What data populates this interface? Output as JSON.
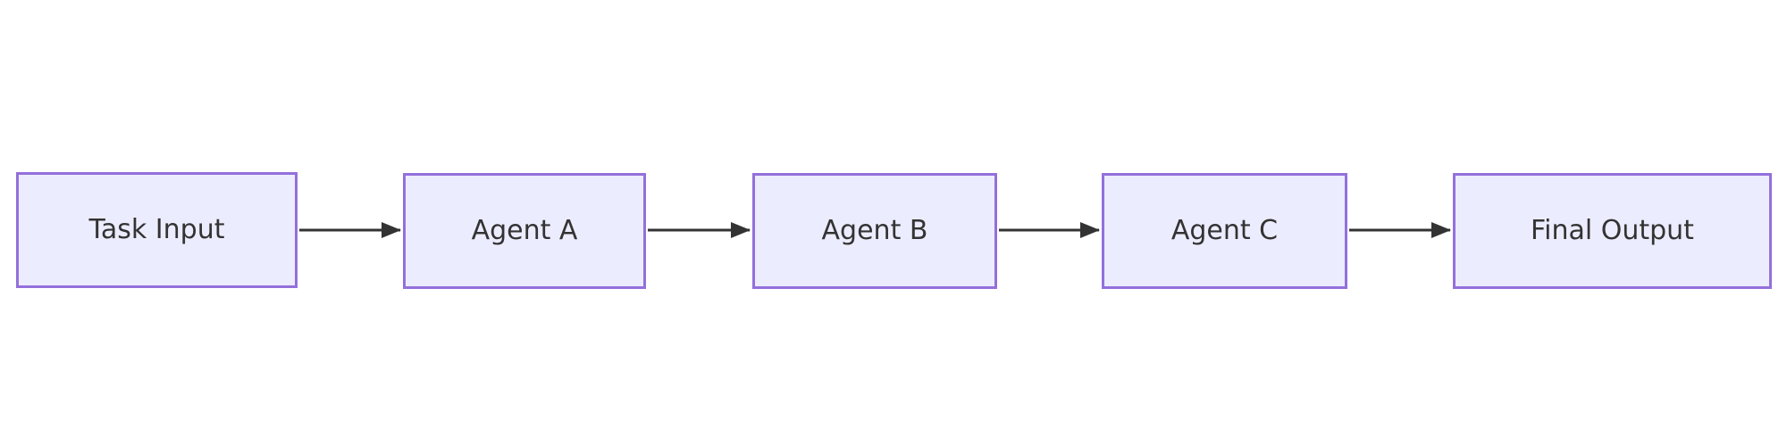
{
  "diagram": {
    "type": "flowchart",
    "direction": "left-to-right",
    "nodes": [
      {
        "id": "task-input",
        "label": "Task Input"
      },
      {
        "id": "agent-a",
        "label": "Agent A"
      },
      {
        "id": "agent-b",
        "label": "Agent B"
      },
      {
        "id": "agent-c",
        "label": "Agent C"
      },
      {
        "id": "final-output",
        "label": "Final Output"
      }
    ],
    "edges": [
      {
        "from": "task-input",
        "to": "agent-a",
        "arrow": "filled-triangle"
      },
      {
        "from": "agent-a",
        "to": "agent-b",
        "arrow": "filled-triangle"
      },
      {
        "from": "agent-b",
        "to": "agent-c",
        "arrow": "filled-triangle"
      },
      {
        "from": "agent-c",
        "to": "final-output",
        "arrow": "filled-triangle"
      }
    ]
  },
  "theme": {
    "canvas-bg": "#ffffff",
    "node-fill": "#ECECFF",
    "node-border": "#9370DB",
    "node-text": "#333333",
    "edge-color": "#333333"
  }
}
